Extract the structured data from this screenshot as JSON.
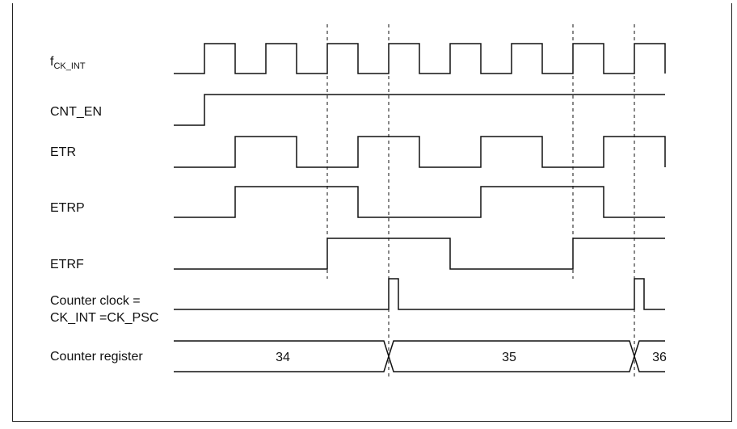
{
  "signals": {
    "fck_int": {
      "main": "f",
      "sub": "CK_INT"
    },
    "cnt_en": "CNT_EN",
    "etr": "ETR",
    "etrp": "ETRP",
    "etrf": "ETRF",
    "counter_clock_line1": "Counter clock =",
    "counter_clock_line2": "CK_INT =CK_PSC",
    "counter_register": "Counter register"
  },
  "counter_values": [
    "34",
    "35",
    "36"
  ]
}
